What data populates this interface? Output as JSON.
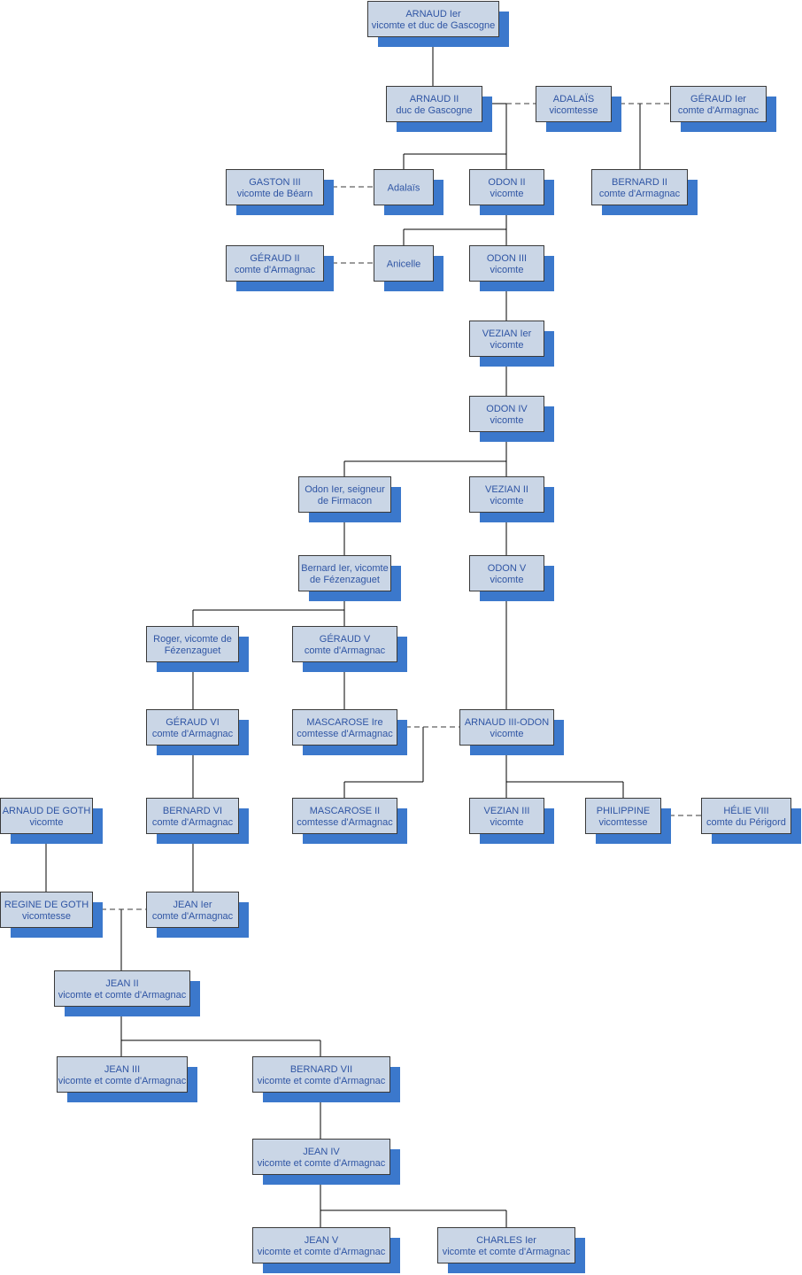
{
  "persons": {
    "arnaud1": [
      "ARNAUD Ier",
      "vicomte et duc de Gascogne"
    ],
    "arnaud2": [
      "ARNAUD II",
      "duc de Gascogne"
    ],
    "adalais_v": [
      "ADALAÏS",
      "vicomtesse"
    ],
    "geraud1": [
      "GÉRAUD Ier",
      "comte d'Armagnac"
    ],
    "gaston3": [
      "GASTON III",
      "vicomte de Béarn"
    ],
    "adalais": [
      "Adalaïs"
    ],
    "odon2": [
      "ODON II",
      "vicomte"
    ],
    "bernard2": [
      "BERNARD II",
      "comte d'Armagnac"
    ],
    "geraud2": [
      "GÉRAUD II",
      "comte d'Armagnac"
    ],
    "anicelle": [
      "Anicelle"
    ],
    "odon3": [
      "ODON III",
      "vicomte"
    ],
    "vezian1": [
      "VEZIAN Ier",
      "vicomte"
    ],
    "odon4": [
      "ODON IV",
      "vicomte"
    ],
    "odon_f": [
      "Odon Ier, seigneur",
      "de Firmacon"
    ],
    "vezian2": [
      "VEZIAN II",
      "vicomte"
    ],
    "bernard_f": [
      "Bernard Ier, vicomte",
      "de Fézenzaguet"
    ],
    "odon5": [
      "ODON V",
      "vicomte"
    ],
    "roger": [
      "Roger, vicomte de",
      "Fézenzaguet"
    ],
    "geraud5": [
      "GÉRAUD V",
      "comte d'Armagnac"
    ],
    "geraud6": [
      "GÉRAUD VI",
      "comte d'Armagnac"
    ],
    "mascarose1": [
      "MASCAROSE Ire",
      "comtesse d'Armagnac"
    ],
    "arnaud3": [
      "ARNAUD III-ODON",
      "vicomte"
    ],
    "arnaud_goth": [
      "ARNAUD DE GOTH",
      "vicomte"
    ],
    "bernard6": [
      "BERNARD VI",
      "comte d'Armagnac"
    ],
    "mascarose2": [
      "MASCAROSE II",
      "comtesse d'Armagnac"
    ],
    "vezian3": [
      "VEZIAN III",
      "vicomte"
    ],
    "philippine": [
      "PHILIPPINE",
      "vicomtesse"
    ],
    "helie8": [
      "HÉLIE VIII",
      "comte du Périgord"
    ],
    "regine_goth": [
      "REGINE DE GOTH",
      "vicomtesse"
    ],
    "jean1": [
      "JEAN Ier",
      "comte d'Armagnac"
    ],
    "jean2": [
      "JEAN II",
      "vicomte et comte d'Armagnac"
    ],
    "jean3": [
      "JEAN III",
      "vicomte et comte d'Armagnac"
    ],
    "bernard7": [
      "BERNARD VII",
      "vicomte et comte d'Armagnac"
    ],
    "jean4": [
      "JEAN IV",
      "vicomte et comte d'Armagnac"
    ],
    "jean5": [
      "JEAN V",
      "vicomte et comte d'Armagnac"
    ],
    "charles1": [
      "CHARLES Ier",
      "vicomte et comte d'Armagnac"
    ]
  },
  "colors": {
    "box_fill": "#cad6e6",
    "box_border": "#3a3a3a",
    "shadow": "#3b78cc",
    "text": "#2f55a4",
    "line": "#000000"
  }
}
